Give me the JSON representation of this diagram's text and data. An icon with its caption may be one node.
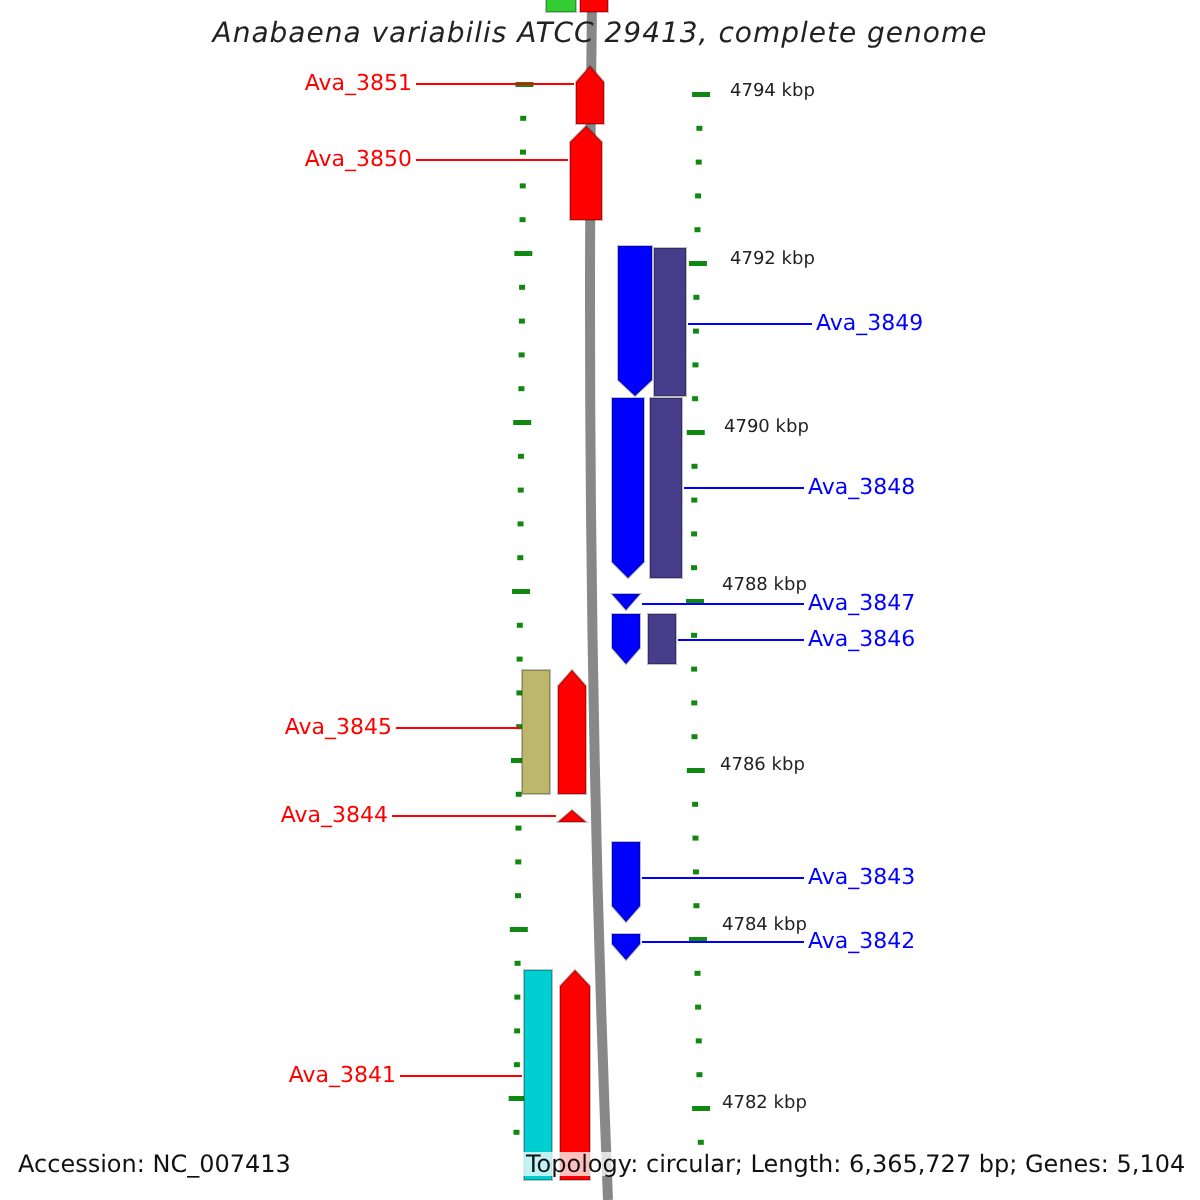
{
  "diagram": {
    "title": "Anabaena variabilis ATCC 29413, complete genome",
    "nodes": [
      {
        "text": [],
        "shape": "bar"
      },
      {
        "text": [],
        "shape": "pentagon"
      },
      {
        "text": [
          "Ava_3851"
        ]
      },
      {
        "text": [],
        "shape": "pentagon"
      },
      {
        "text": [
          "Ava_3850"
        ]
      },
      {
        "text": [],
        "shape": "pentagon"
      },
      {
        "text": [
          "Ava_3849"
        ]
      },
      {
        "text": [],
        "shape": "pentagon"
      },
      {
        "text": [],
        "shape": "bar"
      },
      {
        "text": [
          "Ava_3848"
        ]
      },
      {
        "text": [],
        "shape": "pentagon"
      },
      {
        "text": [],
        "shape": "bar"
      },
      {
        "text": [
          "Ava_3847"
        ]
      },
      {
        "text": [],
        "shape": "pentagon"
      },
      {
        "text": [
          "Ava_3846"
        ]
      },
      {
        "text": [],
        "shape": "pentagon"
      },
      {
        "text": [],
        "shape": "bar"
      },
      {
        "text": [],
        "shape": "bar"
      },
      {
        "text": [],
        "shape": "pentagon"
      },
      {
        "text": [
          "Ava_3845"
        ]
      },
      {
        "text": [
          "Ava_3844"
        ]
      },
      {
        "text": [],
        "shape": "pentagon"
      },
      {
        "text": [
          "Ava_3843"
        ]
      },
      {
        "text": [],
        "shape": "pentagon"
      },
      {
        "text": [
          "Ava_3842"
        ]
      },
      {
        "text": [],
        "shape": "pentagon"
      },
      {
        "text": [],
        "shape": "bar"
      },
      {
        "text": [],
        "shape": "pentagon"
      },
      {
        "text": [
          "Ava_3841"
        ]
      }
    ],
    "edges": [
      {
        "from": 2,
        "to": 3,
        "arrow": "none",
        "color": "#ff0000"
      },
      {
        "from": 4,
        "to": 5,
        "arrow": "none",
        "color": "#ff0000"
      },
      {
        "from": 6,
        "to": 8,
        "arrow": "none"
      },
      {
        "from": 9,
        "to": 11,
        "arrow": "none"
      },
      {
        "from": 12,
        "to": 13,
        "arrow": "none"
      },
      {
        "from": 14,
        "to": 16,
        "arrow": "none"
      },
      {
        "from": 19,
        "to": 17,
        "arrow": "none",
        "color": "#ff0000"
      },
      {
        "from": 20,
        "to": 21,
        "arrow": "none",
        "color": "#ff0000"
      },
      {
        "from": 22,
        "to": 23,
        "arrow": "none"
      },
      {
        "from": 24,
        "to": 25,
        "arrow": "none"
      },
      {
        "from": 28,
        "to": 26,
        "arrow": "none",
        "color": "#ff0000"
      }
    ],
    "labels": [
      "4794 kbp",
      "4792 kbp",
      "4790 kbp",
      "4788 kbp",
      "4786 kbp",
      "4784 kbp",
      "4782 kbp",
      "Accession: NC_007413",
      "Topology: circular; Length: 6,365,727 bp; Genes: 5,104"
    ]
  }
}
